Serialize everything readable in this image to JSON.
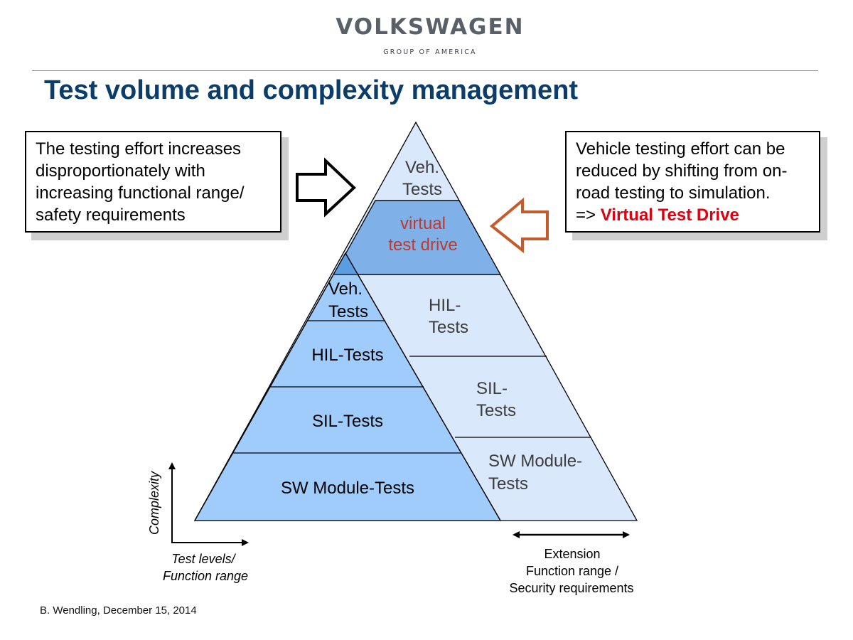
{
  "header": {
    "brand": "VOLKSWAGEN",
    "brand_sub": "GROUP OF AMERICA",
    "title": "Test volume and complexity management"
  },
  "left_box": {
    "lines": [
      "The testing effort increases",
      "disproportionately with",
      "increasing functional range/",
      "safety requirements"
    ]
  },
  "right_box": {
    "lines": [
      "Vehicle testing effort can be",
      "reduced by shifting from on-",
      "road testing to simulation."
    ],
    "prefix": "=> ",
    "highlight": "Virtual Test Drive"
  },
  "pyramid_right": {
    "top_label": [
      "Veh.",
      "Tests"
    ],
    "virtual_label": [
      "virtual",
      "test drive"
    ],
    "hil_label": [
      "HIL-",
      "Tests"
    ],
    "sil_label": [
      "SIL-",
      "Tests"
    ],
    "sw_label": [
      "SW Module-",
      "Tests"
    ]
  },
  "pyramid_left": {
    "veh_label": [
      "Veh.",
      "Tests"
    ],
    "hil_label": "HIL-Tests",
    "sil_label": "SIL-Tests",
    "sw_label": "SW Module-Tests"
  },
  "axes": {
    "y_label": "Complexity",
    "x_label": [
      "Test levels/",
      "Function range"
    ]
  },
  "extension": {
    "lines": [
      "Extension",
      "Function range /",
      "Security requirements"
    ]
  },
  "footer": "B. Wendling, December 15, 2014",
  "colors": {
    "title": "#0b3d6b",
    "highlight": "#e0000f",
    "virtual_text": "#c0392b",
    "pyramid_light": "#dae8fc",
    "pyramid_mid": "#9fccfa",
    "virtual_fill": "#7fb1e8"
  }
}
